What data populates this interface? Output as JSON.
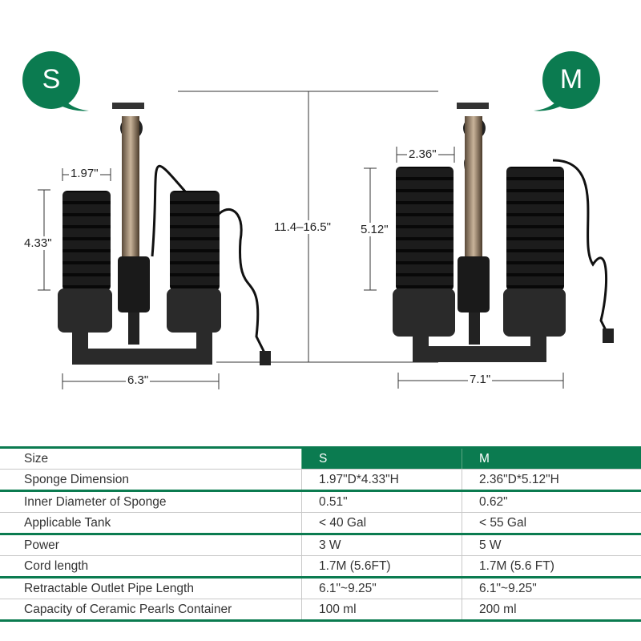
{
  "badges": {
    "small": "S",
    "medium": "M"
  },
  "dimensions": {
    "s_sponge_diameter": "1.97\"",
    "s_sponge_height": "4.33\"",
    "s_width": "6.3\"",
    "height_range": "11.4–16.5\"",
    "m_sponge_diameter": "2.36\"",
    "m_sponge_height": "5.12\"",
    "m_width": "7.1\""
  },
  "colors": {
    "brand": "#0b7b50"
  },
  "table": {
    "header": [
      "Size",
      "S",
      "M"
    ],
    "rows": [
      [
        "Sponge Dimension",
        "1.97\"D*4.33\"H",
        "2.36\"D*5.12\"H"
      ],
      [
        "Inner Diameter of Sponge",
        "0.51\"",
        "0.62\""
      ],
      [
        "Applicable Tank",
        "< 40 Gal",
        "< 55 Gal"
      ],
      [
        "Power",
        "3 W",
        "5 W"
      ],
      [
        "Cord length",
        "1.7M (5.6FT)",
        "1.7M (5.6 FT)"
      ],
      [
        "Retractable Outlet Pipe Length",
        "6.1\"~9.25\"",
        "6.1\"~9.25\""
      ],
      [
        "Capacity of Ceramic Pearls Container",
        "100 ml",
        "200 ml"
      ]
    ]
  }
}
